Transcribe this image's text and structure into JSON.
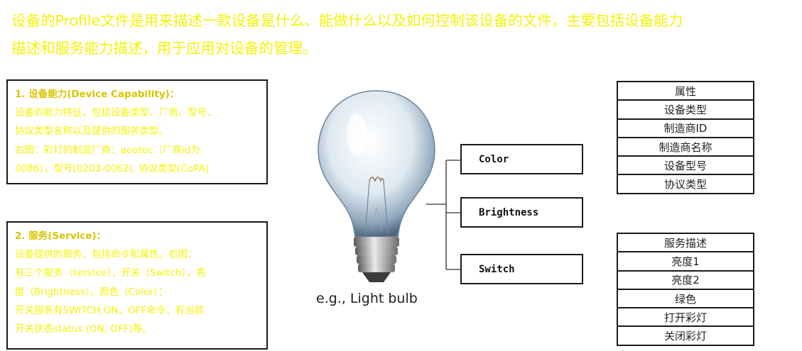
{
  "intro": {
    "line1": "设备的Profile文件是用来描述一款设备是什么、能做什么以及如何控制该设备的文件，主要包括设备能力",
    "line2": "描述和服务能力描述，用于应用对设备的管理。"
  },
  "capability": {
    "title": "1. 设备能力(Device Capability)：",
    "lines": [
      "设备的能力特征，包括设备类型、厂商、型号、",
      "协议类型名称以及提供的服务类型。",
      "右图：彩灯的制造厂商：aeotec（厂商id为",
      "0086），型号(0203-0062), 协议类型(CoPA)"
    ]
  },
  "service": {
    "title": "2. 服务(Service)：",
    "lines": [
      "设备提供的服务，包括命令和属性。右图：",
      "有三个服务（service），开关（Switch），亮",
      "度（Brightness），颜色（Color）；",
      "开关服务有SWITCH ON，OFF命令，有当前",
      "开关状态status (ON, OFF)等。"
    ]
  },
  "bulb": {
    "caption": "e.g., Light bulb"
  },
  "services": [
    "Color",
    "Brightness",
    "Switch"
  ],
  "attributes_table": [
    "属性",
    "设备类型",
    "制造商ID",
    "制造商名称",
    "设备型号",
    "协议类型"
  ],
  "service_table": [
    "服务描述",
    "亮度1",
    "亮度2",
    "绿色",
    "打开彩灯",
    "关闭彩灯"
  ],
  "colors": {
    "intro_text": "#f5f20a",
    "border": "#1a1a1a"
  }
}
